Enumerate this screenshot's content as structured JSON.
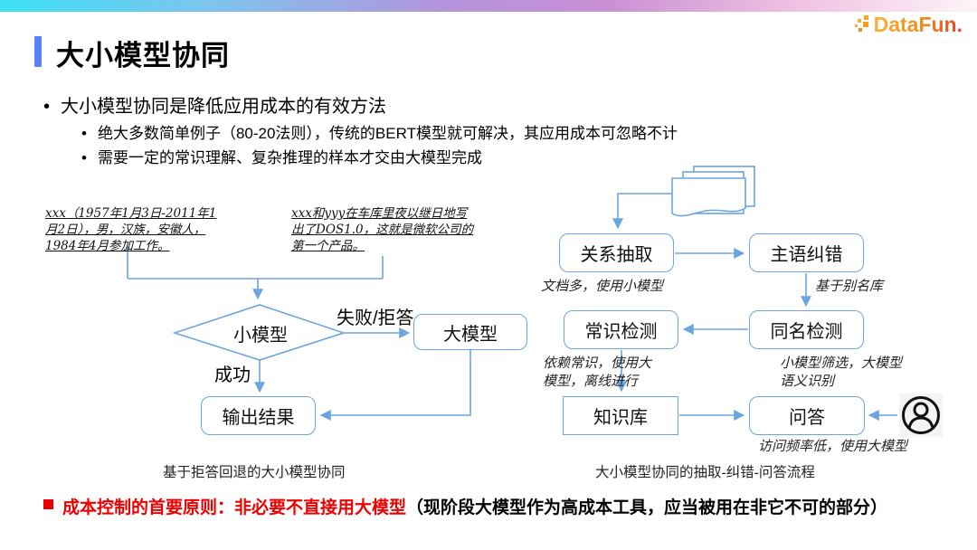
{
  "header": {
    "title": "大小模型协同",
    "logo_text": "DataFun."
  },
  "bullets": {
    "main": "大小模型协同是降低应用成本的有效方法",
    "sub1": "绝大多数简单例子（80-20法则），传统的BERT模型就可解决，其应用成本可忽略不计",
    "sub2": "需要一定的常识理解、复杂推理的样本才交由大模型完成"
  },
  "left_diagram": {
    "example1": "xxx（1957年1月3日-2011年1月2日），男，汉族，安徽人，1984年4月参加工作。",
    "example2": "xxx和yyy在车库里夜以继日地写出了DOS1.0，这就是微软公司的第一个产品。",
    "decision_label": "小模型",
    "fail_label": "失败/拒答",
    "success_label": "成功",
    "large_model_label": "大模型",
    "output_label": "输出结果",
    "caption": "基于拒答回退的大小模型协同"
  },
  "right_diagram": {
    "relation_extraction": "关系抽取",
    "subject_correction": "主语纠错",
    "note_relation": "文档多，使用小模型",
    "note_alias": "基于别名库",
    "common_sense_check": "常识检测",
    "same_name_check": "同名检测",
    "note_common_sense": "依赖常识，使用大模型，离线进行",
    "note_same_name": "小模型筛选，大模型语义识别",
    "knowledge_base": "知识库",
    "qa": "问答",
    "note_qa": "访问频率低，使用大模型",
    "caption": "大小模型协同的抽取-纠错-问答流程"
  },
  "footer": {
    "highlight": "成本控制的首要原则：非必要不直接用大模型",
    "rest": "（现阶段大模型作为高成本工具，应当被用在非它不可的部分）"
  },
  "icons": {
    "logo": "datafun-pixel-icon",
    "documents": "document-stack-icon",
    "user": "user-icon"
  },
  "colors": {
    "flow_blue": "#6ba5df",
    "title_bar_blue": "#5b82f5",
    "highlight_red": "#ee0000",
    "logo_orange": "#f08c1e",
    "gradient_left": "#3ee1f5",
    "gradient_right": "#fdf4f9"
  }
}
